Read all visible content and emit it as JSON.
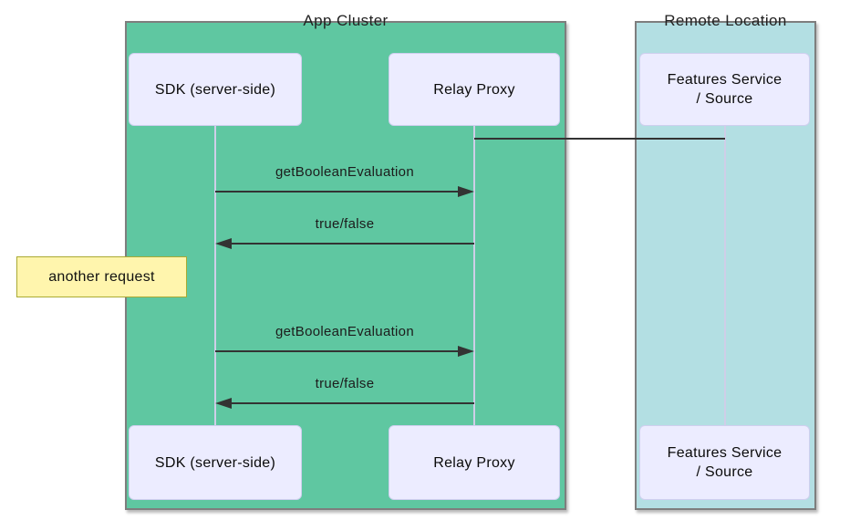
{
  "diagram_type": "sequence",
  "colors": {
    "app_cluster_bg": "#5FC7A1",
    "remote_location_bg": "#B3DFE3",
    "container_border": "#7E7E7E",
    "participant_bg": "#ECECFF",
    "participant_border": "#CFCFEF",
    "lifeline": "#CFCEE8",
    "line": "#333333",
    "note_bg": "#FFF5AD",
    "note_border": "#AAAA33"
  },
  "app_cluster": {
    "title": "App Cluster",
    "participants": {
      "sdk": {
        "label": "SDK (server-side)"
      },
      "relay": {
        "label": "Relay Proxy"
      }
    }
  },
  "remote_location": {
    "title": "Remote Location",
    "participants": {
      "features": {
        "lines": [
          "Features Service",
          "/ Source"
        ]
      }
    }
  },
  "link": {
    "from": "Relay Proxy",
    "to": "Features Service / Source",
    "style": "plain-line"
  },
  "messages": [
    {
      "label": "getBooleanEvaluation",
      "from": "SDK (server-side)",
      "to": "Relay Proxy",
      "direction": "right"
    },
    {
      "label": "true/false",
      "from": "Relay Proxy",
      "to": "SDK (server-side)",
      "direction": "left"
    },
    {
      "label": "getBooleanEvaluation",
      "from": "SDK (server-side)",
      "to": "Relay Proxy",
      "direction": "right"
    },
    {
      "label": "true/false",
      "from": "Relay Proxy",
      "to": "SDK (server-side)",
      "direction": "left"
    }
  ],
  "note": {
    "label": "another request"
  }
}
